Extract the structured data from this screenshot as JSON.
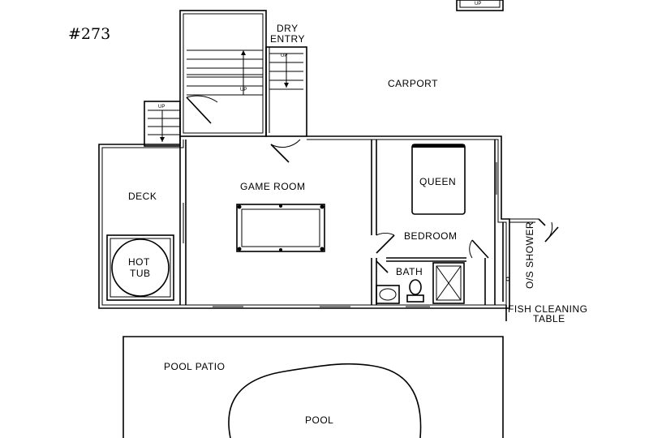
{
  "plan_id": "#273",
  "rooms": {
    "dry_entry_line1": "DRY",
    "dry_entry_line2": "ENTRY",
    "carport": "CARPORT",
    "deck": "DECK",
    "hot_tub_line1": "HOT",
    "hot_tub_line2": "TUB",
    "game_room": "GAME ROOM",
    "queen": "QUEEN",
    "bedroom": "BEDROOM",
    "bath": "BATH",
    "outdoor_shower": "O/S SHOWER",
    "fish_cleaning_line1": "FISH CLEANING",
    "fish_cleaning_line2": "TABLE",
    "pool_patio": "POOL PATIO",
    "pool": "POOL"
  },
  "stair_marks": {
    "up": "UP"
  }
}
